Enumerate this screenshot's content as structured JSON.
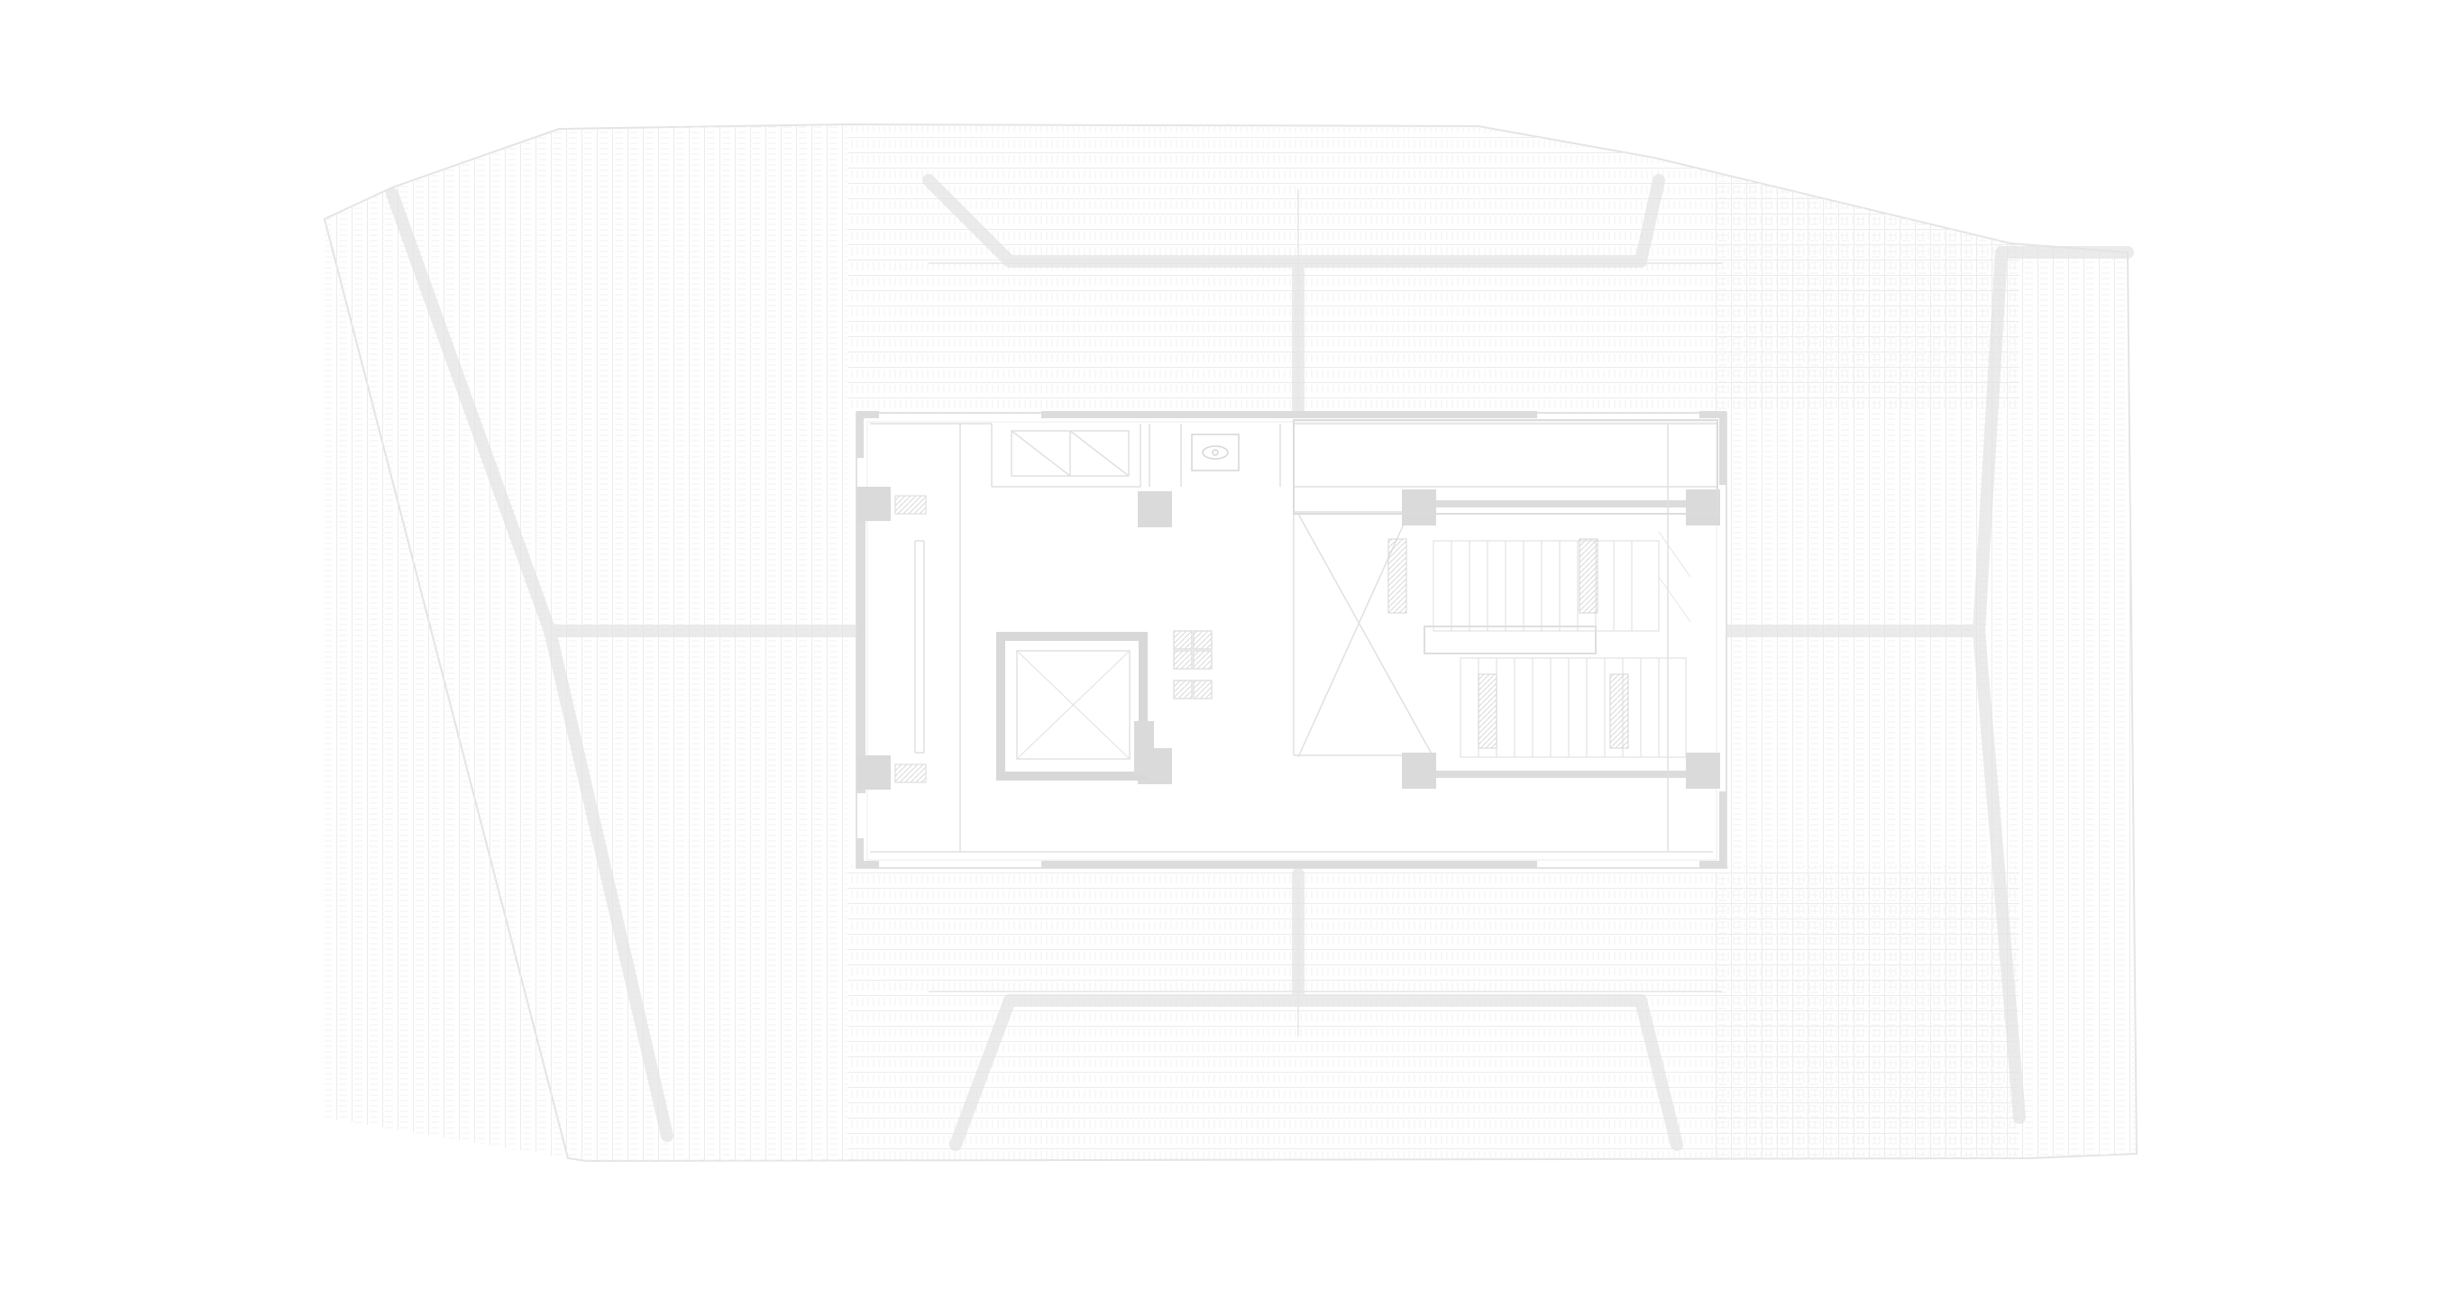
{
  "drawing": {
    "kind": "architectural roof plan",
    "text_labels": [],
    "colors": {
      "background": "#ffffff",
      "roof_outline": "#e6e6e6",
      "tile_line": "#eeeeee",
      "ridge_hip": "#e2e2e2",
      "wall_fill": "#dcdcdc",
      "wall_line": "#d6d6d6",
      "interior_line": "#e4e4e4",
      "hatch": "#e0e0e0"
    },
    "elements": [
      "roof-outline",
      "roof-tiles",
      "hip-ridges",
      "central-roof-opening",
      "core-walls",
      "columns",
      "elevator-shaft",
      "stair-flights",
      "stair-landing",
      "service-room",
      "skylight-panels",
      "drain-fixture",
      "vent-grilles"
    ]
  }
}
